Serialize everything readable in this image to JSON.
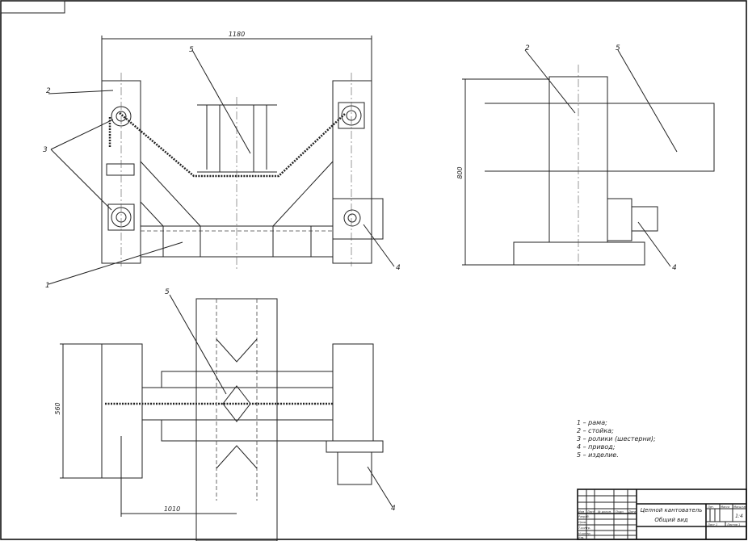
{
  "dimensions": {
    "width": "1180",
    "height": "800",
    "depth": "560",
    "spacing": "1010"
  },
  "callouts": {
    "frame": "1",
    "stand": "2",
    "rollers": "3",
    "drive": "4",
    "product": "5"
  },
  "legend": [
    "1 – рама;",
    "2 – стойка;",
    "3 – ролики (шестерни);",
    "4 – привод;",
    "5 – изделие."
  ],
  "title_block": {
    "title_line1": "Цепной кантователь",
    "title_line2": "Общий вид",
    "scale": "1:4",
    "col_headers": [
      "Изм",
      "Лист",
      "№ докум.",
      "Подп.",
      "Дата"
    ],
    "row_labels": [
      "Разраб.",
      "Пров.",
      "Т.контр.",
      "Н.контр.",
      "Утв."
    ],
    "lit": "Лит.",
    "mass": "Масса",
    "scale_label": "Масштаб",
    "sheet": "Лист 1",
    "sheets": "Листов 1"
  }
}
